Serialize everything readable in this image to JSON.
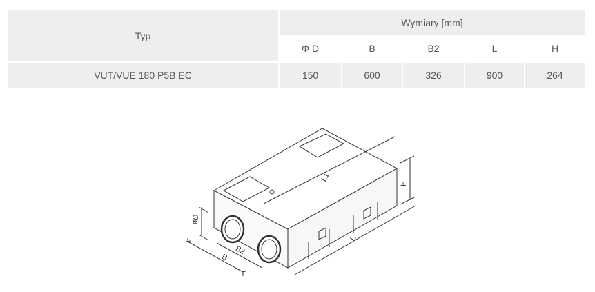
{
  "table": {
    "header": {
      "type_label": "Typ",
      "dimensions_label": "Wymiary [mm]",
      "columns": [
        "Φ D",
        "B",
        "B2",
        "L",
        "H"
      ]
    },
    "rows": [
      {
        "type": "VUT/VUE 180 P5B EC",
        "values": [
          "150",
          "600",
          "326",
          "900",
          "264"
        ]
      }
    ]
  },
  "diagram": {
    "labels": {
      "diameter": "øD",
      "b": "B",
      "b2": "B2",
      "l": "L",
      "l1": "L1",
      "h": "H"
    }
  }
}
